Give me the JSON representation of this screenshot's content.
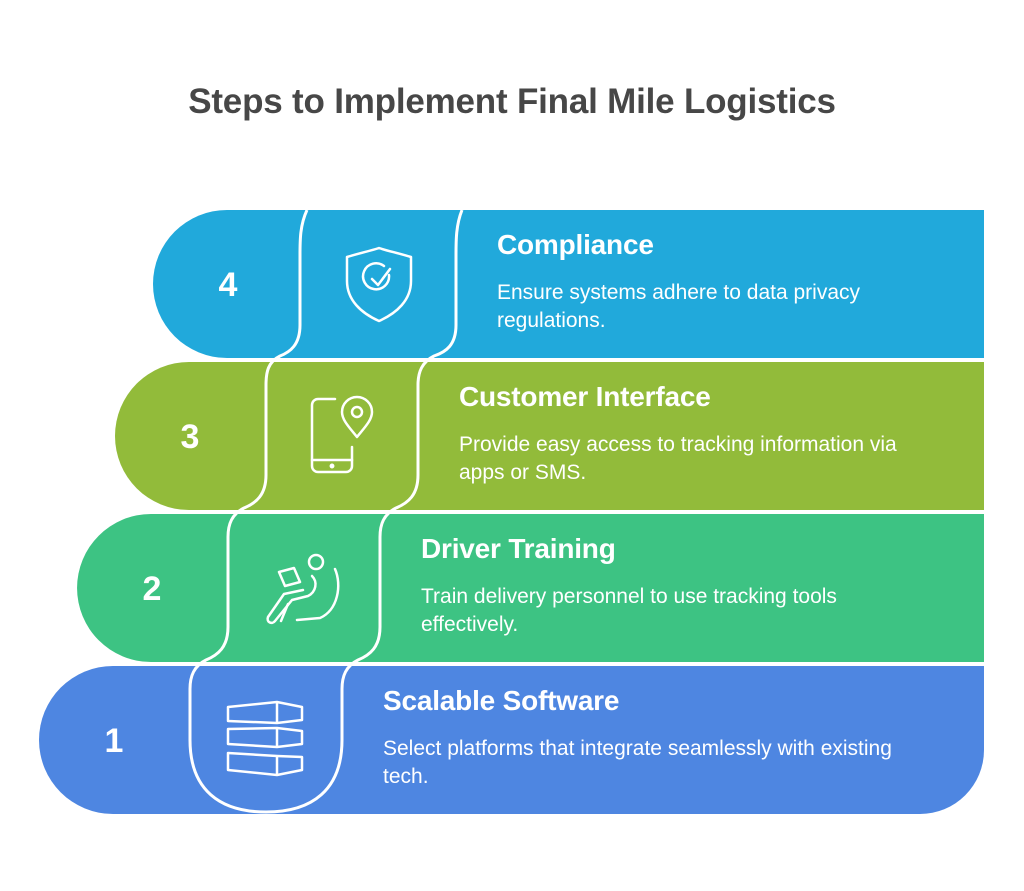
{
  "title": "Steps to Implement Final Mile Logistics",
  "colors": {
    "step4": "#21A9DB",
    "step3": "#92BB3A",
    "step2": "#3DC383",
    "step1": "#4E86E1",
    "title_text": "#474747",
    "connector": "#ffffff"
  },
  "steps": [
    {
      "number": "4",
      "title": "Compliance",
      "description": "Ensure systems adhere to data privacy regulations.",
      "icon": "shield-check-icon"
    },
    {
      "number": "3",
      "title": "Customer Interface",
      "description": "Provide easy access to tracking information via apps or SMS.",
      "icon": "phone-location-icon"
    },
    {
      "number": "2",
      "title": "Driver Training",
      "description": "Train delivery personnel to use tracking tools effectively.",
      "icon": "person-laptop-icon"
    },
    {
      "number": "1",
      "title": "Scalable Software",
      "description": "Select platforms that integrate seamlessly with existing tech.",
      "icon": "stacked-layers-icon"
    }
  ]
}
